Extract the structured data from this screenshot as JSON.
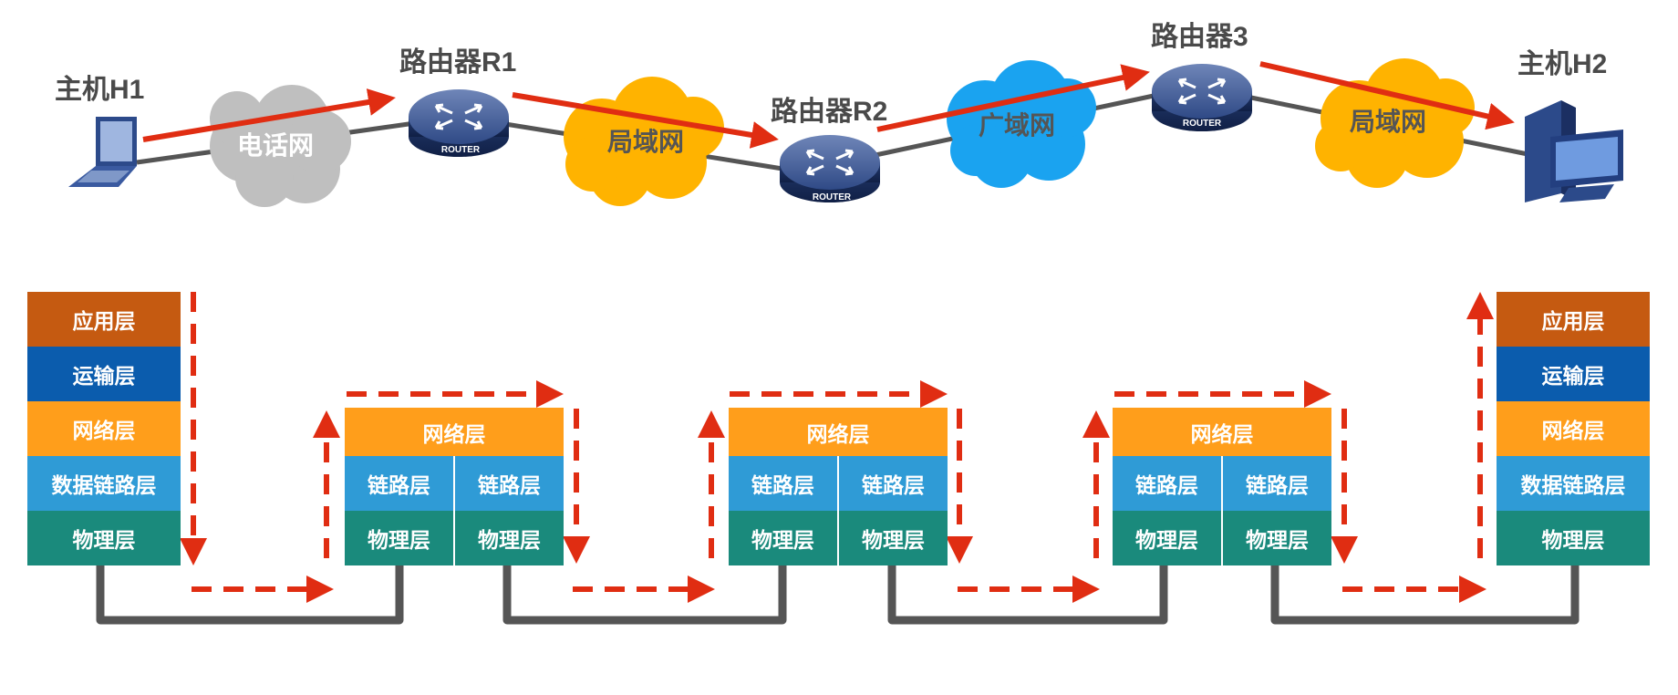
{
  "topology": {
    "host1": "主机H1",
    "host2": "主机H2",
    "router1": "路由器R1",
    "router2": "路由器R2",
    "router3": "路由器3",
    "router_badge": "ROUTER",
    "clouds": {
      "phone": "电话网",
      "lan1": "局域网",
      "wan": "广域网",
      "lan2": "局域网"
    }
  },
  "host_stack": {
    "layers": [
      "应用层",
      "运输层",
      "网络层",
      "数据链路层",
      "物理层"
    ]
  },
  "router_stack": {
    "network": "网络层",
    "link": "链路层",
    "physical": "物理层"
  },
  "colors": {
    "application": "#c55a11",
    "transport": "#0b5cad",
    "network": "#ff9e1b",
    "datalink": "#2f9bd6",
    "physical": "#1a8a7c",
    "arrow": "#e02d12",
    "wire": "#555555",
    "cloud_gray": "#bfbfbf",
    "cloud_orange": "#ffb300",
    "cloud_blue": "#1aa3f0"
  }
}
